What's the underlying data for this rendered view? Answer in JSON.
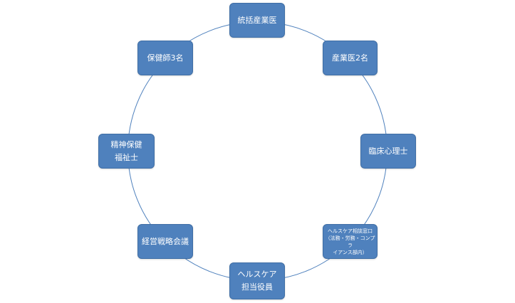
{
  "diagram": {
    "ring_color": "#4f81bd",
    "node_color": "#4f81bd",
    "text_color": "#ffffff",
    "nodes": [
      {
        "label": "統括産業医"
      },
      {
        "label": "産業医2名"
      },
      {
        "label": "臨床心理士"
      },
      {
        "label": "ヘルスケア相談窓口\n（法務・労務・コンプラ\nイアンス部内）"
      },
      {
        "label": "ヘルスケア\n担当役員"
      },
      {
        "label": "経営戦略会議"
      },
      {
        "label": "精神保健\n福祉士"
      },
      {
        "label": "保健師3名"
      }
    ]
  }
}
